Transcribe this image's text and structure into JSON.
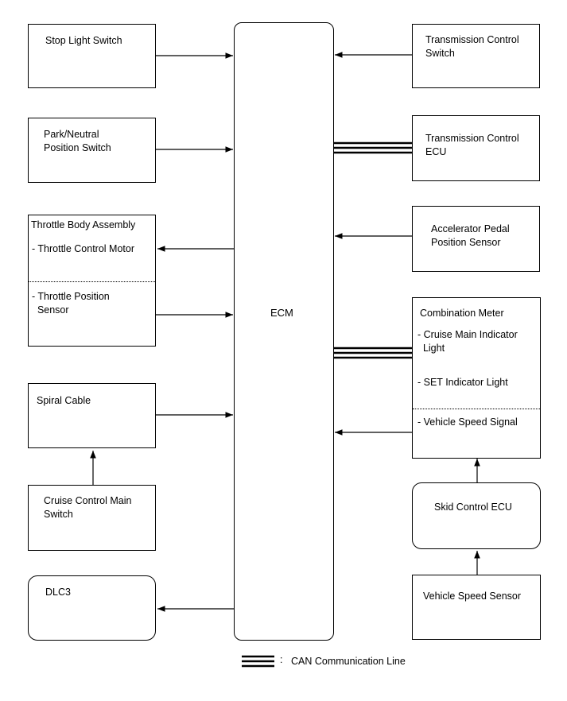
{
  "left": {
    "stop_light_switch": "Stop Light Switch",
    "park_neutral_l1": "Park/Neutral",
    "park_neutral_l2": "Position Switch",
    "throttle_title": "Throttle Body Assembly",
    "throttle_motor": "- Throttle Control Motor",
    "throttle_sensor_l1": "- Throttle Position",
    "throttle_sensor_l2": "  Sensor",
    "spiral_cable": "Spiral Cable",
    "cruise_main_l1": "Cruise Control Main",
    "cruise_main_l2": "Switch",
    "dlc3": "DLC3"
  },
  "center": {
    "ecm": "ECM"
  },
  "right": {
    "tcs_l1": "Transmission Control",
    "tcs_l2": "Switch",
    "tcecu_l1": "Transmission Control",
    "tcecu_l2": "ECU",
    "apps_l1": "Accelerator Pedal",
    "apps_l2": "Position Sensor",
    "meter_title": "Combination Meter",
    "meter_cruise_l1": "- Cruise Main Indicator",
    "meter_cruise_l2": "  Light",
    "meter_set": "- SET Indicator Light",
    "meter_speed": "- Vehicle Speed Signal",
    "skid_ecu": "Skid Control ECU",
    "speed_sensor": "Vehicle Speed Sensor"
  },
  "legend": {
    "colon": ":",
    "label": "CAN Communication Line"
  }
}
